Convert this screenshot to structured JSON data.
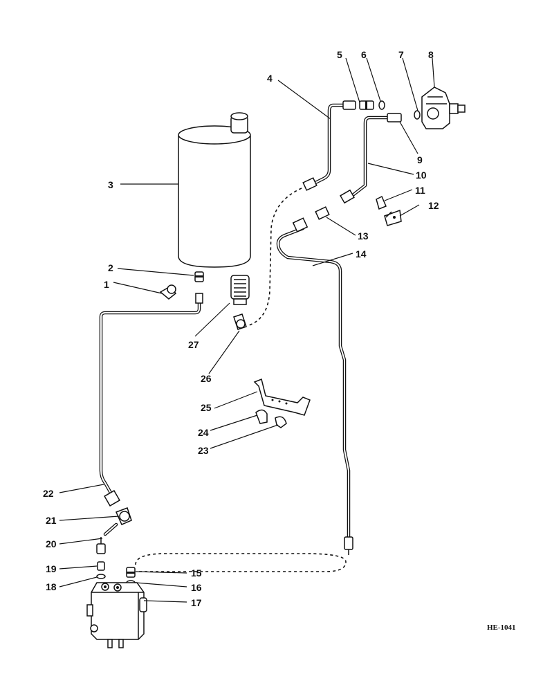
{
  "diagram": {
    "drawing_code": "HE-1041",
    "callouts": [
      "1",
      "2",
      "3",
      "4",
      "5",
      "6",
      "7",
      "8",
      "9",
      "10",
      "11",
      "12",
      "13",
      "14",
      "15",
      "16",
      "17",
      "18",
      "19",
      "20",
      "21",
      "22",
      "23",
      "24",
      "25",
      "26",
      "27"
    ]
  }
}
